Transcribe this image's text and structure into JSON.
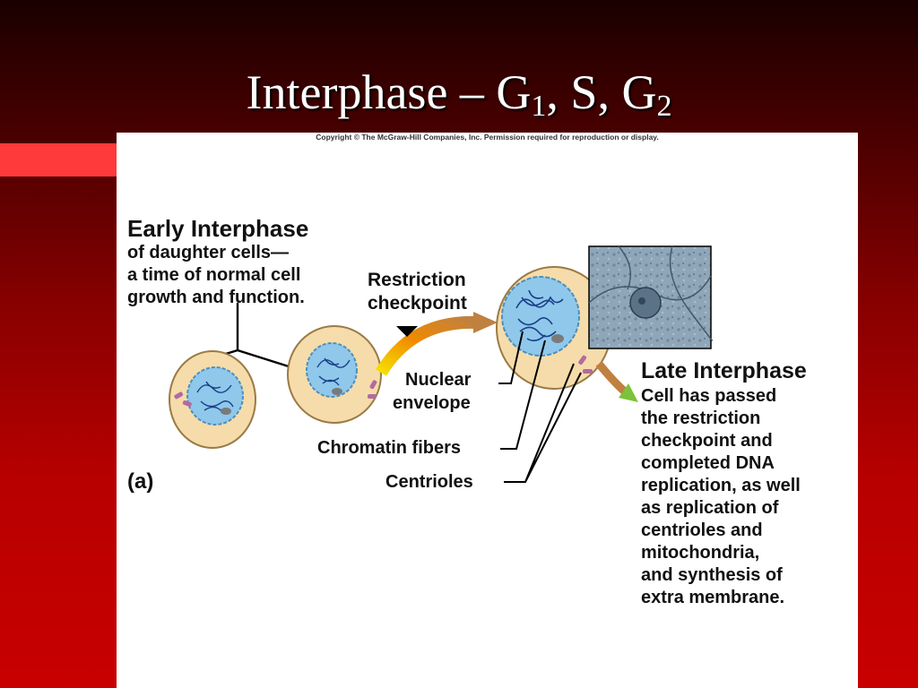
{
  "slide": {
    "title_main": "Interphase – G",
    "title_sub1": "1",
    "title_mid": ", S, G",
    "title_sub2": "2"
  },
  "figure": {
    "copyright": "Copyright © The McGraw-Hill Companies, Inc. Permission required for reproduction or display.",
    "early_heading": "Early Interphase",
    "early_lines": [
      "of daughter cells—",
      "a time of normal cell",
      "growth and function."
    ],
    "restriction_lines": [
      "Restriction",
      "checkpoint"
    ],
    "nuclear_lines": [
      "Nuclear",
      "envelope"
    ],
    "chromatin_label": "Chromatin fibers",
    "centrioles_label": "Centrioles",
    "panel_label": "(a)",
    "late_heading": "Late Interphase",
    "late_lines": [
      "Cell has passed",
      "the restriction",
      "checkpoint and",
      "completed DNA",
      "replication, as well",
      "as replication of",
      "centrioles and",
      "mitochondria,",
      "and synthesis of",
      "extra membrane."
    ]
  },
  "colors": {
    "cell_fill": "#f6dcaa",
    "cell_outline": "#9a7a45",
    "nucleus_fill": "#8fc8ea",
    "chromatin": "#1a3f8a",
    "centriole": "#b36aa0",
    "arrow_start": "#f5e000",
    "arrow_mid": "#f08a00",
    "arrow_end": "#c08040",
    "arrow_green": "#7cc23a"
  }
}
